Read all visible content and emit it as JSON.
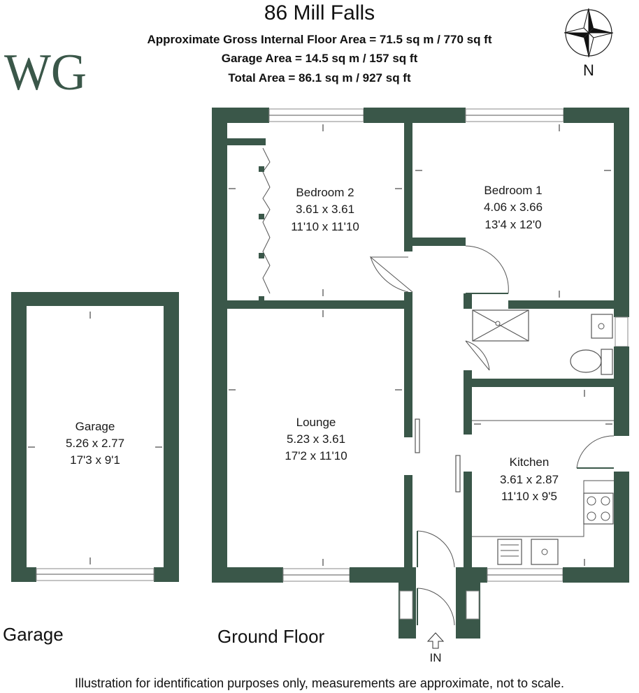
{
  "header": {
    "title": "86 Mill Falls",
    "line1": "Approximate Gross Internal Floor Area = 71.5 sq m / 770 sq ft",
    "line2": "Garage Area = 14.5 sq m / 157 sq ft",
    "line3": "Total Area = 86.1 sq m / 927 sq ft"
  },
  "logo": {
    "text": "WG"
  },
  "compass": {
    "north_label": "N"
  },
  "rooms": {
    "bedroom2": {
      "name": "Bedroom 2",
      "metric": "3.61 x 3.61",
      "imperial": "11'10 x 11'10"
    },
    "bedroom1": {
      "name": "Bedroom 1",
      "metric": "4.06 x 3.66",
      "imperial": "13'4 x 12'0"
    },
    "lounge": {
      "name": "Lounge",
      "metric": "5.23 x 3.61",
      "imperial": "17'2 x 11'10"
    },
    "kitchen": {
      "name": "Kitchen",
      "metric": "3.61 x 2.87",
      "imperial": "11'10 x 9'5"
    },
    "garage": {
      "name": "Garage",
      "metric": "5.26 x 2.77",
      "imperial": "17'3 x 9'1"
    }
  },
  "labels": {
    "garage_floor": "Garage",
    "ground_floor": "Ground Floor",
    "entrance": "IN"
  },
  "footer": "Illustration for identification purposes only, measurements are approximate, not to scale.",
  "colors": {
    "wall": "#3a5749"
  }
}
